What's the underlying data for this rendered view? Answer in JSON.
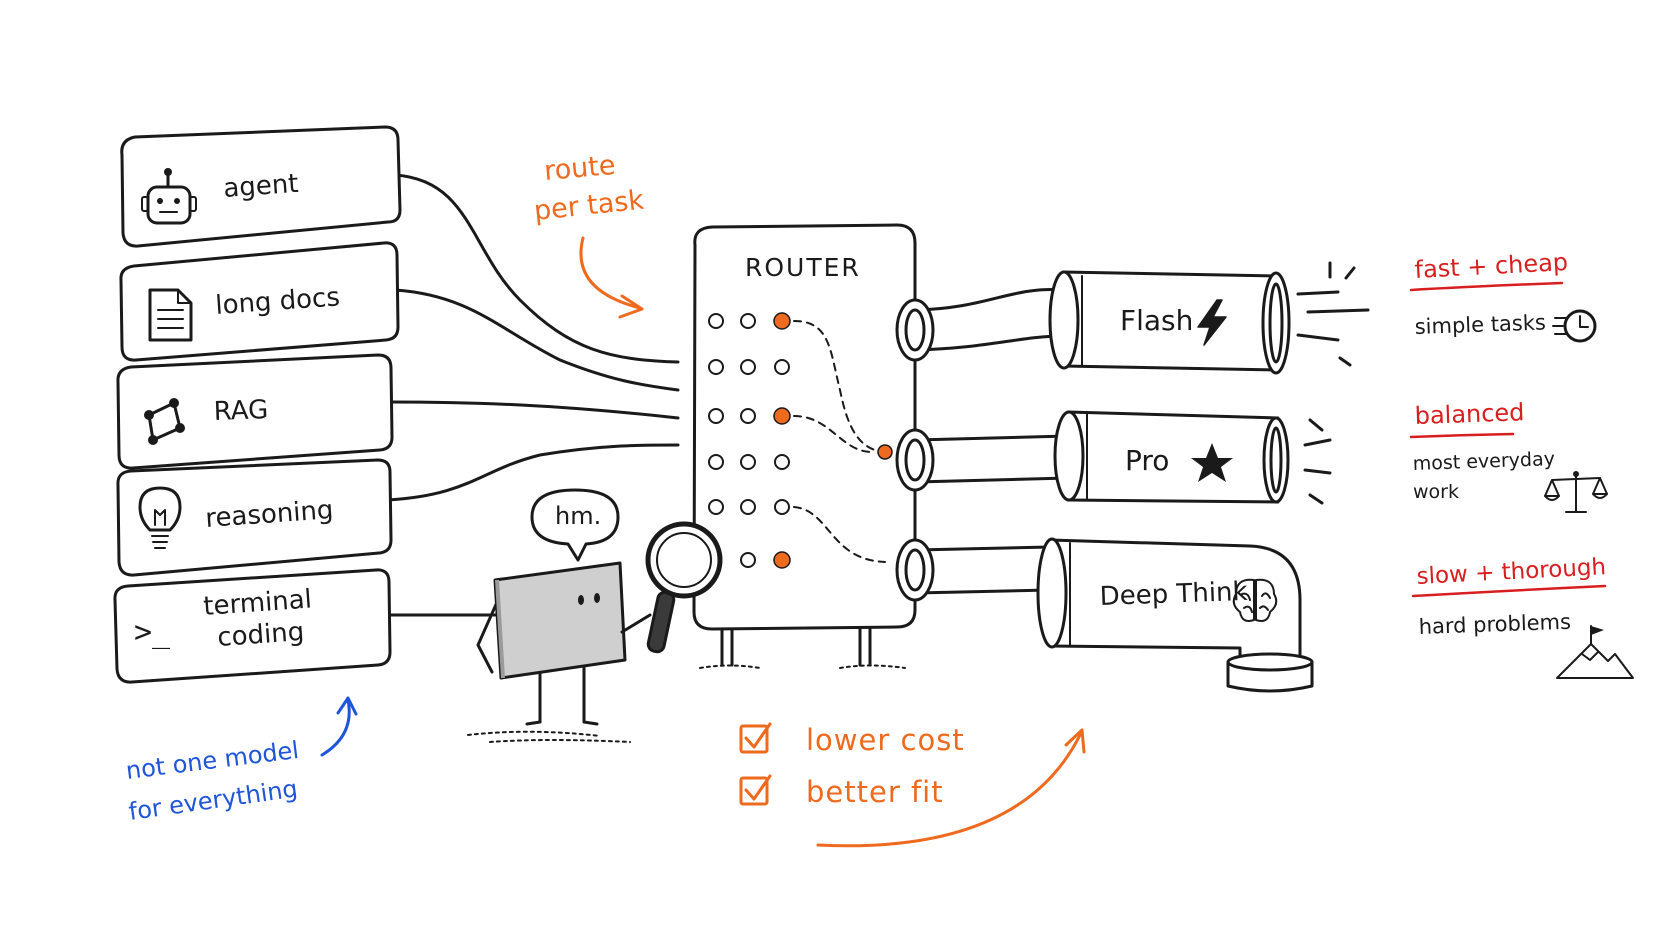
{
  "tasks": [
    {
      "label": "agent",
      "icon": "robot-icon"
    },
    {
      "label": "long docs",
      "icon": "document-icon"
    },
    {
      "label": "RAG",
      "icon": "graph-icon"
    },
    {
      "label": "reasoning",
      "icon": "lightbulb-icon"
    },
    {
      "label_line1": "terminal",
      "label_line2": "coding",
      "icon": "terminal-prompt-icon",
      "glyph": ">_"
    }
  ],
  "router": {
    "title": "ROUTER"
  },
  "character": {
    "speech": "hm."
  },
  "annotations": {
    "route_line1": "route",
    "route_line2": "per task",
    "not_one_line1": "not one model",
    "not_one_line2": "for everything"
  },
  "models": [
    {
      "name": "Flash",
      "icon": "lightning-icon",
      "tag": "fast + cheap",
      "desc": "simple tasks",
      "desc_icon": "clock-icon"
    },
    {
      "name": "Pro",
      "icon": "star-icon",
      "tag": "balanced",
      "desc_line1": "most everyday",
      "desc_line2": "work",
      "desc_icon": "scale-icon"
    },
    {
      "name": "Deep Think",
      "icon": "brain-icon",
      "tag": "slow + thorough",
      "desc": "hard problems",
      "desc_icon": "mountain-flag-icon"
    }
  ],
  "benefits": [
    {
      "label": "lower cost"
    },
    {
      "label": "better fit"
    }
  ],
  "colors": {
    "accent_orange": "#ee6a1f",
    "accent_red": "#d81e1e",
    "accent_blue": "#1f55d8",
    "ink": "#1a1a1a"
  }
}
